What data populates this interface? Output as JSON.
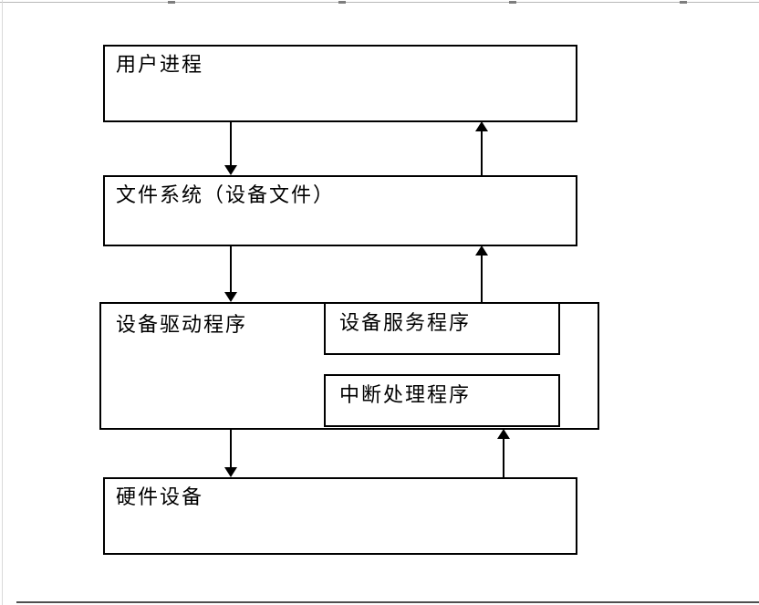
{
  "diagram": {
    "title": "device-io-layered-architecture",
    "boxes": {
      "user_process": "用户进程",
      "file_system": "文件系统（设备文件）",
      "device_driver": "设备驱动程序",
      "device_service": "设备服务程序",
      "interrupt_handler": "中断处理程序",
      "hardware_device": "硬件设备"
    },
    "arrows": [
      {
        "from": "user_process",
        "to": "file_system",
        "direction": "down"
      },
      {
        "from": "file_system",
        "to": "user_process",
        "direction": "up"
      },
      {
        "from": "file_system",
        "to": "device_driver",
        "direction": "down"
      },
      {
        "from": "device_service",
        "to": "file_system",
        "direction": "up"
      },
      {
        "from": "device_driver",
        "to": "hardware_device",
        "direction": "down"
      },
      {
        "from": "hardware_device",
        "to": "interrupt_handler",
        "direction": "up"
      }
    ],
    "colors": {
      "line": "#000000",
      "text": "#000000",
      "background": "#ffffff",
      "page_edge_top": "#b8b8b8",
      "page_edge_bottom": "#4f4f4f"
    }
  }
}
